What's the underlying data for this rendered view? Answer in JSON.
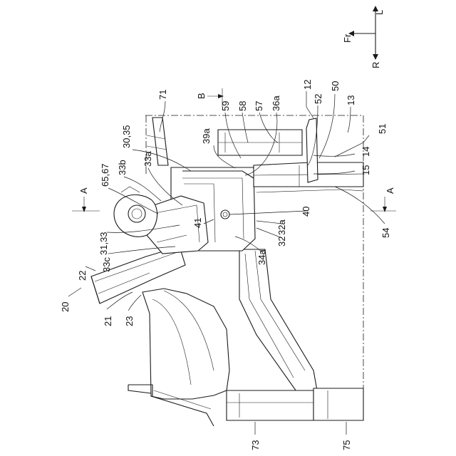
{
  "figure": {
    "compass": {
      "front": "Fr",
      "left": "L",
      "right": "R"
    },
    "section_markers": [
      {
        "id": "A",
        "label": "A"
      },
      {
        "id": "A2",
        "label": "A"
      },
      {
        "id": "B",
        "label": "B"
      },
      {
        "id": "B2",
        "label": "B"
      }
    ],
    "labels": [
      "71",
      "59",
      "58",
      "57",
      "36a",
      "12",
      "52",
      "50",
      "13",
      "39a",
      "30,35",
      "33a",
      "33b",
      "65,67",
      "51",
      "14",
      "15",
      "40",
      "32a",
      "32",
      "34a",
      "41",
      "31,33",
      "33c",
      "22",
      "20",
      "21",
      "23",
      "54",
      "73",
      "75"
    ]
  }
}
